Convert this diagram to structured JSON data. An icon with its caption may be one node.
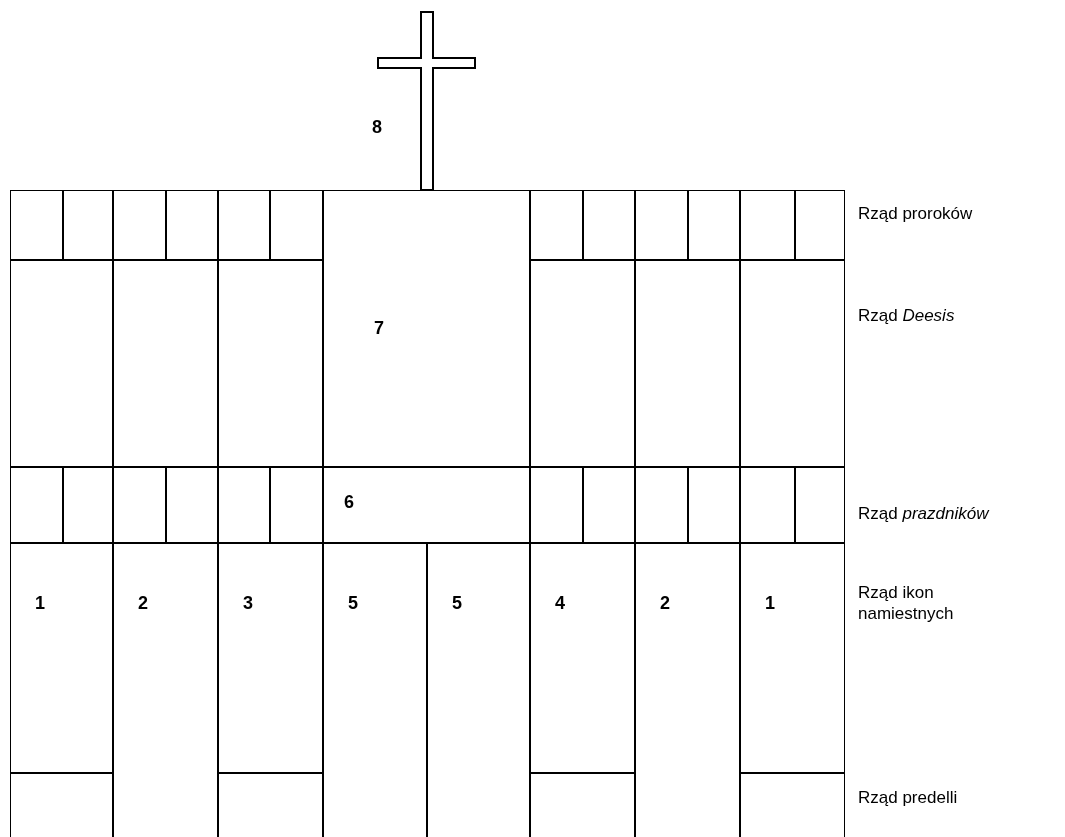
{
  "diagram": {
    "nodes": [
      {
        "text": [],
        "shape": "box"
      },
      {
        "text": [],
        "shape": "box"
      },
      {
        "text": [],
        "shape": "box"
      },
      {
        "text": [],
        "shape": "box"
      },
      {
        "text": [],
        "shape": "box"
      },
      {
        "text": [],
        "shape": "box"
      },
      {
        "text": [
          "7"
        ]
      },
      {
        "text": [],
        "shape": "box"
      },
      {
        "text": [],
        "shape": "box"
      },
      {
        "text": [],
        "shape": "box"
      },
      {
        "text": [],
        "shape": "box"
      },
      {
        "text": [],
        "shape": "box"
      },
      {
        "text": [],
        "shape": "box"
      },
      {
        "text": [],
        "shape": "box"
      },
      {
        "text": [],
        "shape": "box"
      },
      {
        "text": [],
        "shape": "box"
      },
      {
        "text": [],
        "shape": "box"
      },
      {
        "text": [],
        "shape": "box"
      },
      {
        "text": [],
        "shape": "box"
      },
      {
        "text": [],
        "shape": "box"
      },
      {
        "text": [],
        "shape": "box"
      },
      {
        "text": [],
        "shape": "box"
      },
      {
        "text": [],
        "shape": "box"
      },
      {
        "text": [],
        "shape": "box"
      },
      {
        "text": [],
        "shape": "box"
      },
      {
        "text": [
          "6"
        ]
      },
      {
        "text": [],
        "shape": "box"
      },
      {
        "text": [],
        "shape": "box"
      },
      {
        "text": [],
        "shape": "box"
      },
      {
        "text": [],
        "shape": "box"
      },
      {
        "text": [],
        "shape": "box"
      },
      {
        "text": [],
        "shape": "box"
      },
      {
        "text": [
          "1"
        ]
      },
      {
        "text": [
          "2"
        ]
      },
      {
        "text": [
          "3"
        ]
      },
      {
        "text": [
          "5"
        ]
      },
      {
        "text": [
          "5"
        ]
      },
      {
        "text": [
          "4"
        ]
      },
      {
        "text": [
          "2"
        ]
      },
      {
        "text": [
          "1"
        ]
      },
      {
        "text": [],
        "shape": "box"
      },
      {
        "text": [],
        "shape": "box"
      },
      {
        "text": [],
        "shape": "box"
      },
      {
        "text": [],
        "shape": "box"
      }
    ],
    "edges": [],
    "labels": [
      "8",
      "Rząd proroków",
      "Rząd *Deesis*",
      "Rząd *prazdników*",
      "Rząd ikon namiestnych",
      "Rząd predelli"
    ]
  }
}
